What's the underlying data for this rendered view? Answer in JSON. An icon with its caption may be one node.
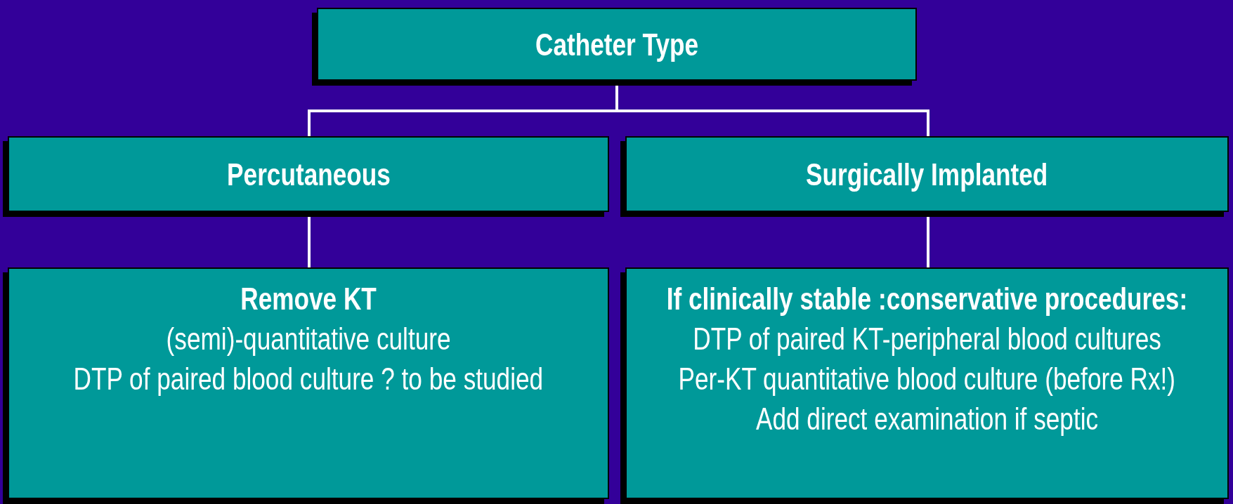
{
  "diagram": {
    "nodes": [
      {
        "text": [
          "Catheter Type"
        ]
      },
      {
        "text": [
          "Percutaneous"
        ]
      },
      {
        "text": [
          "Surgically Implanted"
        ]
      },
      {
        "text": [
          "Remove KT",
          "(semi)-quantitative culture",
          "DTP of paired blood culture ? to be studied"
        ]
      },
      {
        "text": [
          "If clinically stable :conservative procedures:",
          "DTP of paired KT-peripheral blood cultures",
          "Per-KT quantitative blood culture (before Rx!)",
          "Add direct examination if septic"
        ]
      }
    ],
    "edges": [
      {
        "from": 0,
        "to": 1,
        "arrow": "none"
      },
      {
        "from": 0,
        "to": 2,
        "arrow": "none"
      },
      {
        "from": 1,
        "to": 3,
        "arrow": "none"
      },
      {
        "from": 2,
        "to": 4,
        "arrow": "none"
      }
    ]
  }
}
